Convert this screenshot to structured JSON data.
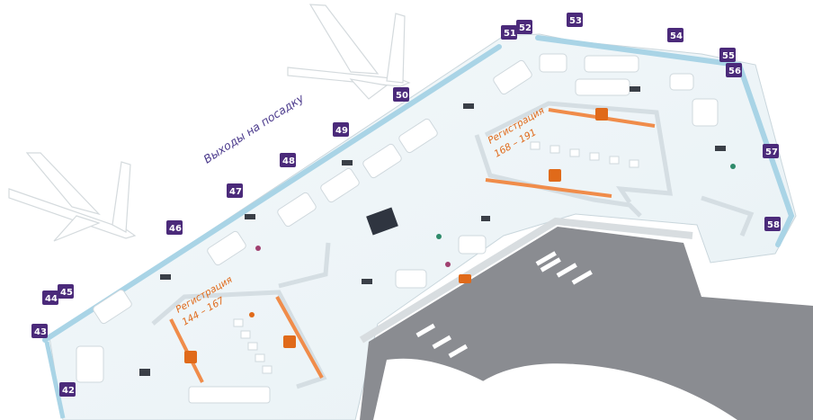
{
  "labels": {
    "gates_exit": "Выходы на посадку",
    "checkin_left_title": "Регистрация",
    "checkin_left_range": "144 – 167",
    "checkin_right_title": "Регистрация",
    "checkin_right_range": "168 – 191"
  },
  "gates": [
    "42",
    "43",
    "44",
    "45",
    "46",
    "47",
    "48",
    "49",
    "50",
    "51",
    "52",
    "53",
    "54",
    "55",
    "56",
    "57",
    "58"
  ],
  "colors": {
    "gate_badge": "#4b2a7a",
    "glass": "#a9d4e6",
    "checkin": "#f08c4a",
    "apron": "#8a8c91",
    "floor": "#eef5f8"
  },
  "icons": [
    "airplane-icon",
    "checkin-icon",
    "escalator-icon",
    "person-icon",
    "departure-board-icon"
  ]
}
